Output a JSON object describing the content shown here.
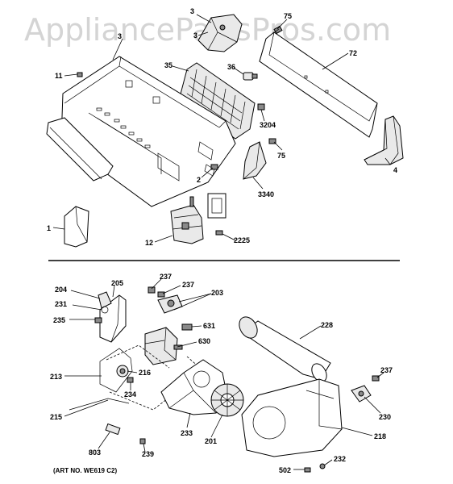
{
  "watermark": "AppliancePartsPros.com",
  "art_number": "(ART NO. WE619 C2)",
  "upper_labels": {
    "p3a": "3",
    "p3b": "3",
    "p75a": "75",
    "p72": "72",
    "p11": "11",
    "p35": "35",
    "p36": "36",
    "p3204": "3204",
    "p75b": "75",
    "p4": "4",
    "p2": "2",
    "p3340": "3340",
    "p1": "1",
    "p12": "12",
    "p2225": "2225"
  },
  "lower_labels": {
    "p204": "204",
    "p205": "205",
    "p231": "231",
    "p235": "235",
    "p237a": "237",
    "p237b": "237",
    "p203": "203",
    "p631": "631",
    "p630": "630",
    "p228": "228",
    "p213": "213",
    "p216": "216",
    "p234": "234",
    "p237c": "237",
    "p230": "230",
    "p215": "215",
    "p233": "233",
    "p201": "201",
    "p218": "218",
    "p803": "803",
    "p239": "239",
    "p232": "232",
    "p502": "502"
  }
}
